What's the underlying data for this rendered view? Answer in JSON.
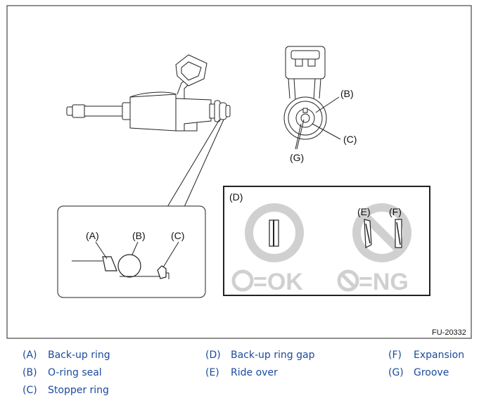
{
  "figure": {
    "id": "FU-20332",
    "okng": {
      "ok": "=OK",
      "ng": "=NG"
    },
    "labels": {
      "a": "(A)",
      "b": "(B)",
      "c": "(C)",
      "d": "(D)",
      "e": "(E)",
      "f": "(F)",
      "g": "(G)"
    }
  },
  "legend": [
    {
      "key": "(A)",
      "text": "Back-up ring"
    },
    {
      "key": "(B)",
      "text": "O-ring seal"
    },
    {
      "key": "(C)",
      "text": "Stopper ring"
    },
    {
      "key": "(D)",
      "text": "Back-up ring gap"
    },
    {
      "key": "(E)",
      "text": "Ride over"
    },
    {
      "key": "(F)",
      "text": "Expansion"
    },
    {
      "key": "(G)",
      "text": "Groove"
    }
  ],
  "colors": {
    "legend_text": "#1a4a9c",
    "okng_gray": "#d0d0d0"
  }
}
